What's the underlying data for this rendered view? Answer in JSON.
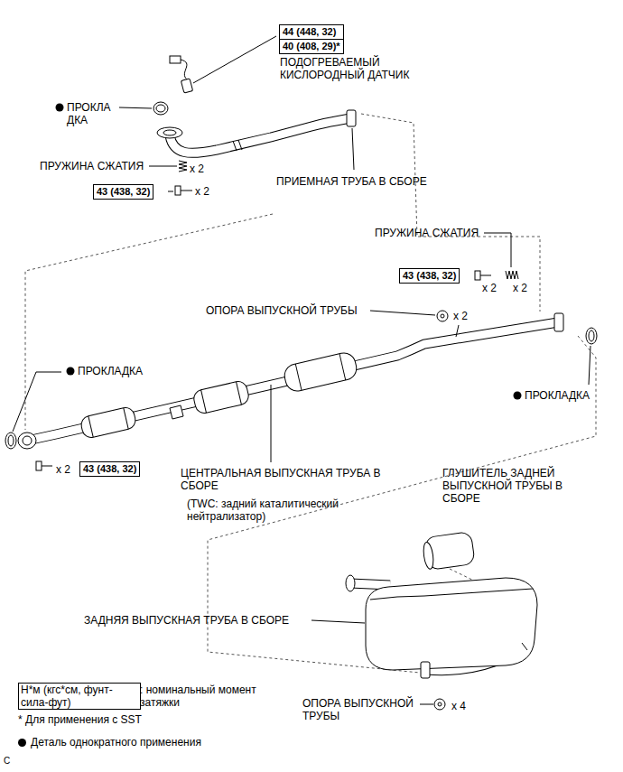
{
  "diagram": {
    "labels": [
      "44 (448, 32)",
      "40 (408, 29)*",
      "ПОДОГРЕВАЕМЫЙ КИСЛОРОДНЫЙ ДАТЧИК",
      "ПРОКЛА ДКА",
      "ПРУЖИНА СЖАТИЯ",
      "x 2",
      "43 (438, 32)",
      "x 2",
      "ПРИЕМНАЯ ТРУБА В СБОРЕ",
      "ПРУЖИНА СЖАТИЯ",
      "43 (438, 32)",
      "x 2",
      "x 2",
      "ОПОРА ВЫПУСКНОЙ ТРУБЫ",
      "x 2",
      "ПРОКЛАДКА",
      "ПРОКЛАДКА",
      "x 2",
      "43 (438, 32)",
      "ЦЕНТРАЛЬНАЯ ВЫПУСКНАЯ ТРУБА В СБОРЕ",
      "(TWC: задний каталитический нейтрализатор)",
      "ГЛУШИТЕЛЬ ЗАДНЕЙ ВЫПУСКНОЙ ТРУБЫ В СБОРЕ",
      "ЗАДНЯЯ ВЫПУСКНАЯ ТРУБА В СБОРЕ",
      "ОПОРА ВЫПУСКНОЙ ТРУБЫ",
      "x 4",
      "Н*м (кгс*см, фунт-сила-фут)",
      "C"
    ],
    "legend": [
      {
        "text": ": номинальный момент затяжки"
      },
      {
        "text": "* Для применения с SST"
      },
      {
        "text": "Деталь однократного применения"
      }
    ]
  }
}
